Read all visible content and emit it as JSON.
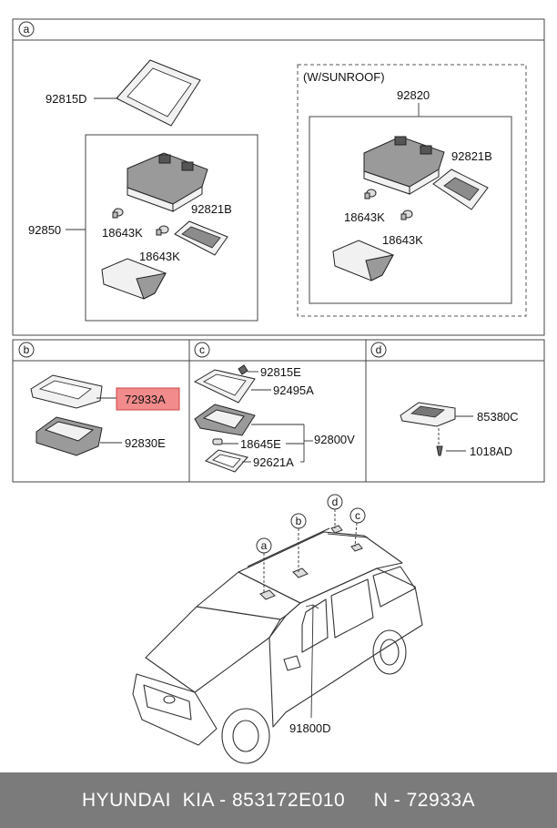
{
  "sections": {
    "a": "a",
    "b": "b",
    "c": "c",
    "d": "d"
  },
  "parts_a": {
    "lens": "92815D",
    "assembly": "92850",
    "bulb_1": "18643K",
    "bulb_2": "18643K",
    "lamp_cover": "92821B",
    "sunroof_title": "(W/SUNROOF)",
    "sunroof_assembly": "92820",
    "sunroof_lamp_cover": "92821B",
    "sunroof_bulb_1": "18643K",
    "sunroof_bulb_2": "18643K"
  },
  "parts_b": {
    "highlighted": "72933A",
    "lamp": "92830E"
  },
  "parts_c": {
    "lens": "92815E",
    "bezel": "92495A",
    "bulb": "18645E",
    "assembly": "92800V",
    "cover": "92621A"
  },
  "parts_d": {
    "lamp": "85380C",
    "screw": "1018AD"
  },
  "vehicle": {
    "callout_a": "a",
    "callout_b": "b",
    "callout_c": "c",
    "callout_d": "d",
    "harness": "91800D"
  },
  "footer": {
    "text": "HYUNDAI  KIA - 853172E010     N - 72933A"
  },
  "colors": {
    "highlight": "#f28b8b",
    "footer_bg": "#7b7b7b"
  }
}
